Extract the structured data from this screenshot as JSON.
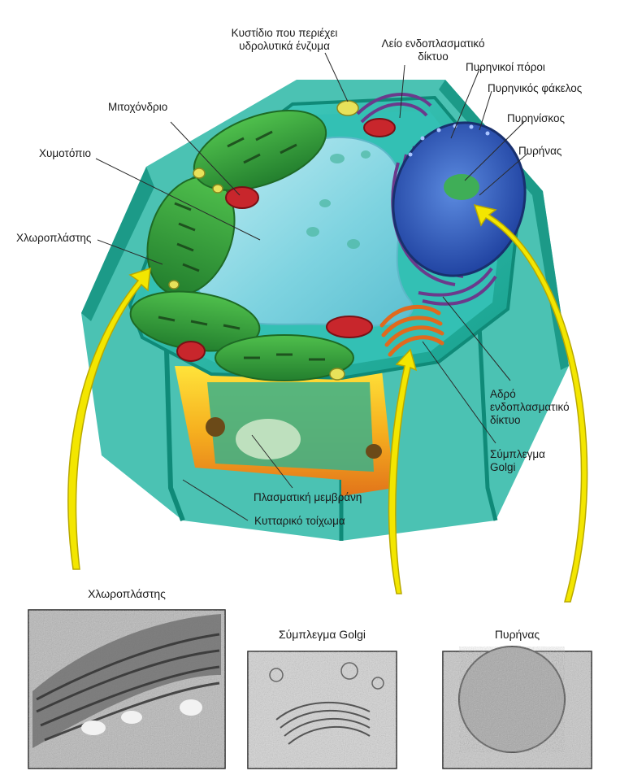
{
  "labels": {
    "vesicle_line1": "Κυστίδιο που περιέχει",
    "vesicle_line2": "υδρολυτικά ένζυμα",
    "smooth_er_line1": "Λείο ενδοπλασματικό",
    "smooth_er_line2": "δίκτυο",
    "nuclear_pores": "Πυρηνικοί πόροι",
    "nuclear_envelope": "Πυρηνικός φάκελος",
    "nucleolus": "Πυρηνίσκος",
    "nucleus": "Πυρήνας",
    "mitochondrion": "Μιτοχόνδριο",
    "vacuole": "Χυμοτόπιο",
    "chloroplast": "Χλωροπλάστης",
    "rough_er_line1": "Αδρό",
    "rough_er_line2": "ενδοπλασματικό",
    "rough_er_line3": "δίκτυο",
    "golgi_line1": "Σύμπλεγμα",
    "golgi_line2": "Golgi",
    "plasma_membrane": "Πλασματική μεμβράνη",
    "cell_wall": "Κυτταρικό τοίχωμα"
  },
  "micrographs": {
    "chloroplast_caption": "Χλωροπλάστης",
    "golgi_caption": "Σύμπλεγμα Golgi",
    "nucleus_caption": "Πυρήνας"
  },
  "colors": {
    "cell_wall": "#1faf9c",
    "cytoplasm": "#35c5bd",
    "vacuole": "#8fd9e2",
    "chloroplast": "#2f9e3a",
    "mitochondrion": "#c8262c",
    "nucleus": "#2e59c4",
    "er": "#6b3a8c",
    "golgi": "#e06a1e",
    "arrow": "#f3e600",
    "cross_section": "#f5a51c"
  }
}
